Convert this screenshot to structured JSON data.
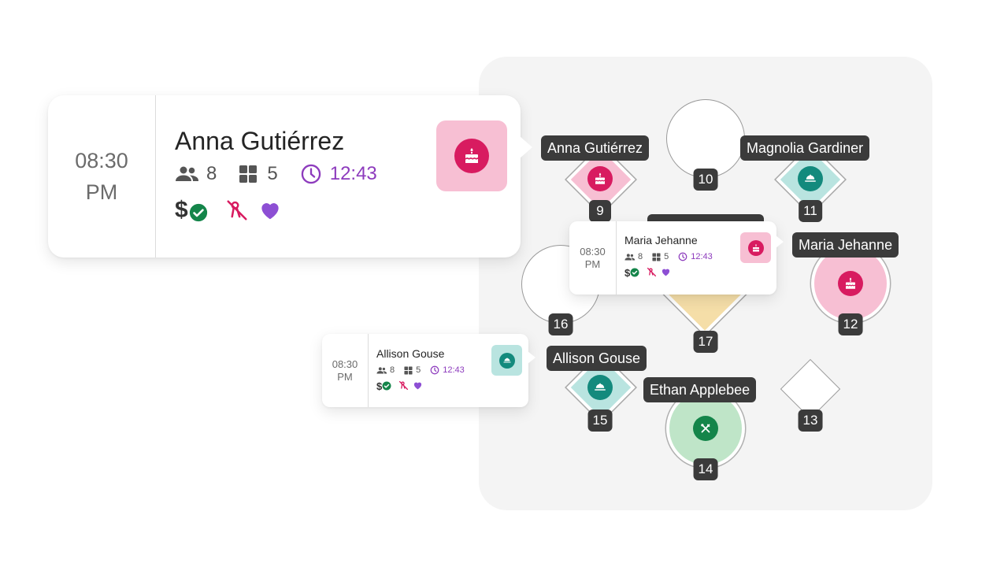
{
  "colors": {
    "pink_fill": "#f7bfd3",
    "pink_icon": "#d81b60",
    "teal_fill": "#b9e4e0",
    "teal_icon": "#138a7d",
    "green_fill": "#bfe5c8",
    "green_icon": "#14854a",
    "yellow_fill": "#f5deA8",
    "purple": "#8d3bbd",
    "label_bg": "#3b3b3b"
  },
  "main_card": {
    "time": "08:30",
    "ampm": "PM",
    "guest": "Anna Gutiérrez",
    "party_size": "8",
    "table_count": "5",
    "timer": "12:43",
    "occasion_icon": "cake-icon"
  },
  "maria_card": {
    "time": "08:30",
    "ampm": "PM",
    "guest": "Maria Jehanne",
    "party_size": "8",
    "table_count": "5",
    "timer": "12:43",
    "occasion_icon": "cake-icon"
  },
  "allison_card": {
    "time": "08:30",
    "ampm": "PM",
    "guest": "Allison Gouse",
    "party_size": "8",
    "table_count": "5",
    "timer": "12:43",
    "occasion_icon": "cloche-icon"
  },
  "tables": [
    {
      "number": "9",
      "shape": "diamond",
      "guest": "Anna Gutiérrez",
      "icon": "cake-icon"
    },
    {
      "number": "10",
      "shape": "round",
      "guest": "",
      "icon": ""
    },
    {
      "number": "11",
      "shape": "diamond",
      "guest": "Magnolia Gardiner",
      "icon": "cloche-icon"
    },
    {
      "number": "12",
      "shape": "round",
      "guest": "Maria Jehanne",
      "icon": "cake-icon"
    },
    {
      "number": "13",
      "shape": "diamond",
      "guest": "",
      "icon": ""
    },
    {
      "number": "14",
      "shape": "round",
      "guest": "Ethan Applebee",
      "icon": "utensils-icon"
    },
    {
      "number": "15",
      "shape": "diamond",
      "guest": "Allison Gouse",
      "icon": "cloche-icon"
    },
    {
      "number": "16",
      "shape": "round",
      "guest": "",
      "icon": ""
    },
    {
      "number": "17",
      "shape": "diamond",
      "guest": "",
      "icon": ""
    }
  ]
}
